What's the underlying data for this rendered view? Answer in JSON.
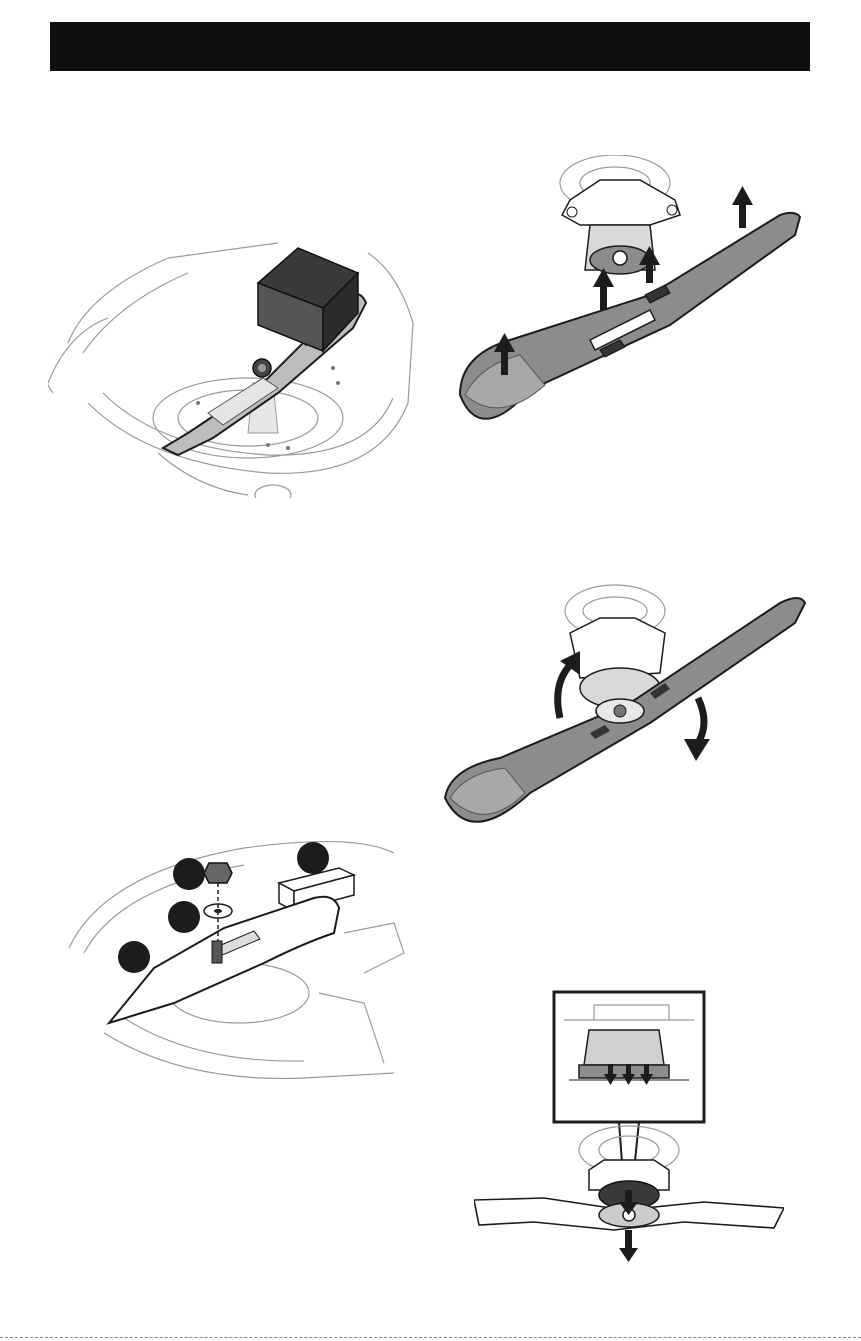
{
  "page": {
    "header": {
      "text": ""
    },
    "figures": [
      {
        "id": "fig-1",
        "subject": "blade-with-wood-block"
      },
      {
        "id": "fig-2",
        "subject": "blade-lift-off"
      },
      {
        "id": "fig-3",
        "subject": "blade-rotate"
      },
      {
        "id": "fig-4",
        "subject": "blade-exploded-parts",
        "callouts": 4
      },
      {
        "id": "fig-5",
        "subject": "adapter-detail"
      }
    ]
  },
  "colors": {
    "ink": "#1c1c1c",
    "blade": "#8c8c8c",
    "blade_dark": "#5a5a5a",
    "line": "#9a9a9a",
    "header": "#0f0f0f"
  }
}
